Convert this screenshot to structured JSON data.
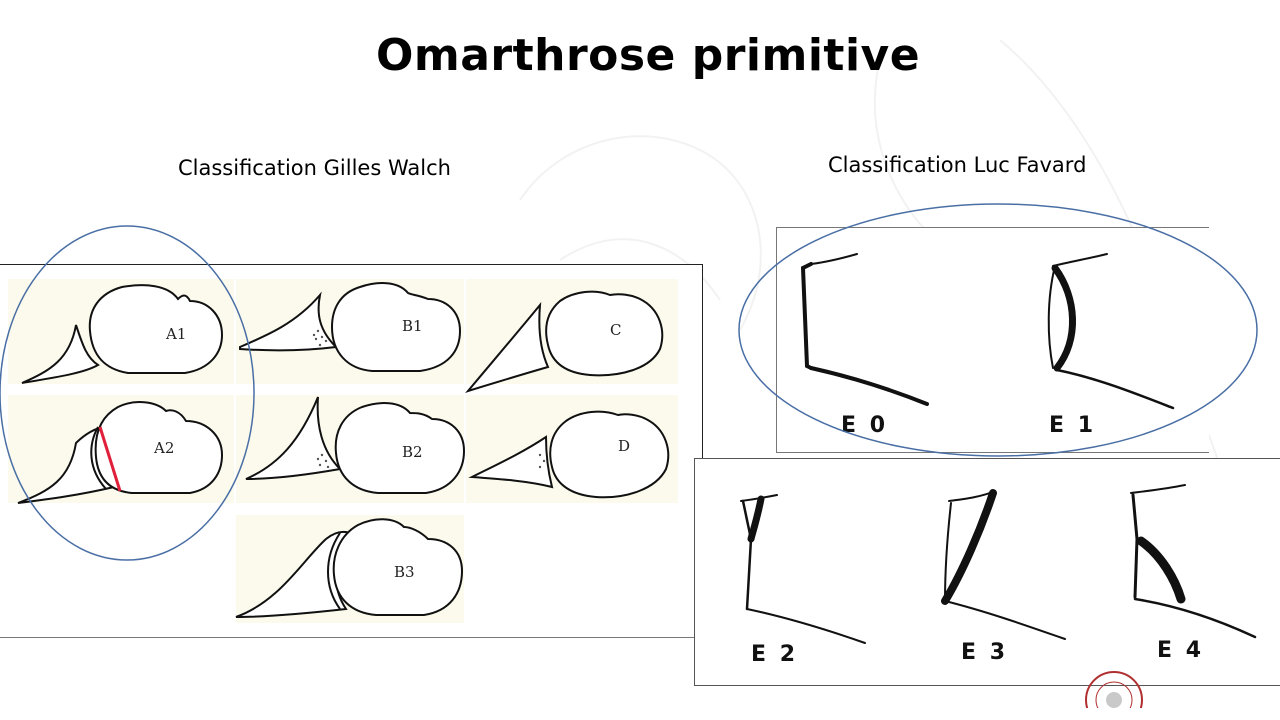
{
  "slide": {
    "title": "Omarthrose primitive"
  },
  "walch": {
    "heading": "Classification Gilles Walch",
    "labels": {
      "a1": "A1",
      "a2": "A2",
      "b1": "B1",
      "b2": "B2",
      "b3": "B3",
      "c": "C",
      "d": "D"
    }
  },
  "favard": {
    "heading": "Classification Luc Favard",
    "labels": {
      "e0": "E 0",
      "e1": "E 1",
      "e2": "E 2",
      "e3": "E 3",
      "e4": "E 4"
    }
  },
  "colors": {
    "highlight_ellipse": "#4a6fa5",
    "cut_line": "#e0203a",
    "figure_background": "#fbfaec"
  }
}
